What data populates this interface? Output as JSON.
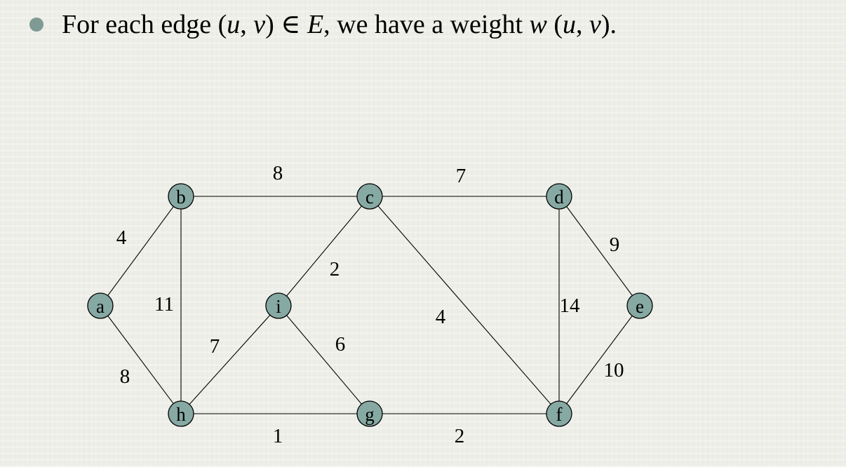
{
  "heading": {
    "prefix": "For each edge (",
    "u1": "u",
    "sep1": ", ",
    "v1": "v",
    "mid": ") ∈ ",
    "E": "E",
    "mid2": ", we have a weight ",
    "w": "w",
    "open": " (",
    "u2": "u",
    "sep2": ", ",
    "v2": "v",
    "close": ")."
  },
  "graph": {
    "node_color": "#86a9a3",
    "nodes": [
      {
        "id": "a",
        "label": "a"
      },
      {
        "id": "b",
        "label": "b"
      },
      {
        "id": "c",
        "label": "c"
      },
      {
        "id": "d",
        "label": "d"
      },
      {
        "id": "e",
        "label": "e"
      },
      {
        "id": "f",
        "label": "f"
      },
      {
        "id": "g",
        "label": "g"
      },
      {
        "id": "h",
        "label": "h"
      },
      {
        "id": "i",
        "label": "i"
      }
    ],
    "edges": [
      {
        "from": "a",
        "to": "b",
        "weight": "4"
      },
      {
        "from": "a",
        "to": "h",
        "weight": "8"
      },
      {
        "from": "b",
        "to": "c",
        "weight": "8"
      },
      {
        "from": "b",
        "to": "h",
        "weight": "11"
      },
      {
        "from": "c",
        "to": "d",
        "weight": "7"
      },
      {
        "from": "c",
        "to": "i",
        "weight": "2"
      },
      {
        "from": "c",
        "to": "f",
        "weight": "4"
      },
      {
        "from": "d",
        "to": "e",
        "weight": "9"
      },
      {
        "from": "d",
        "to": "f",
        "weight": "14"
      },
      {
        "from": "e",
        "to": "f",
        "weight": "10"
      },
      {
        "from": "h",
        "to": "i",
        "weight": "7"
      },
      {
        "from": "i",
        "to": "g",
        "weight": "6"
      },
      {
        "from": "h",
        "to": "g",
        "weight": "1"
      },
      {
        "from": "g",
        "to": "f",
        "weight": "2"
      }
    ]
  }
}
